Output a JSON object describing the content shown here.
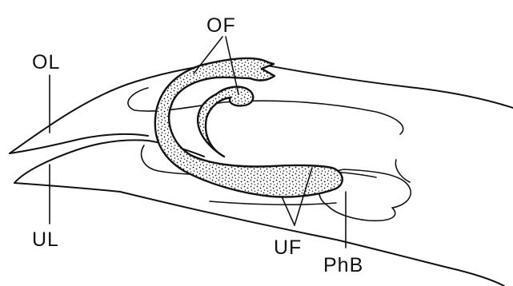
{
  "labels": {
    "ol": "OL",
    "ul": "UL",
    "of": "OF",
    "uf": "UF",
    "phb": "PhB"
  },
  "colors": {
    "ink": "#111111",
    "background": "#ffffff"
  }
}
